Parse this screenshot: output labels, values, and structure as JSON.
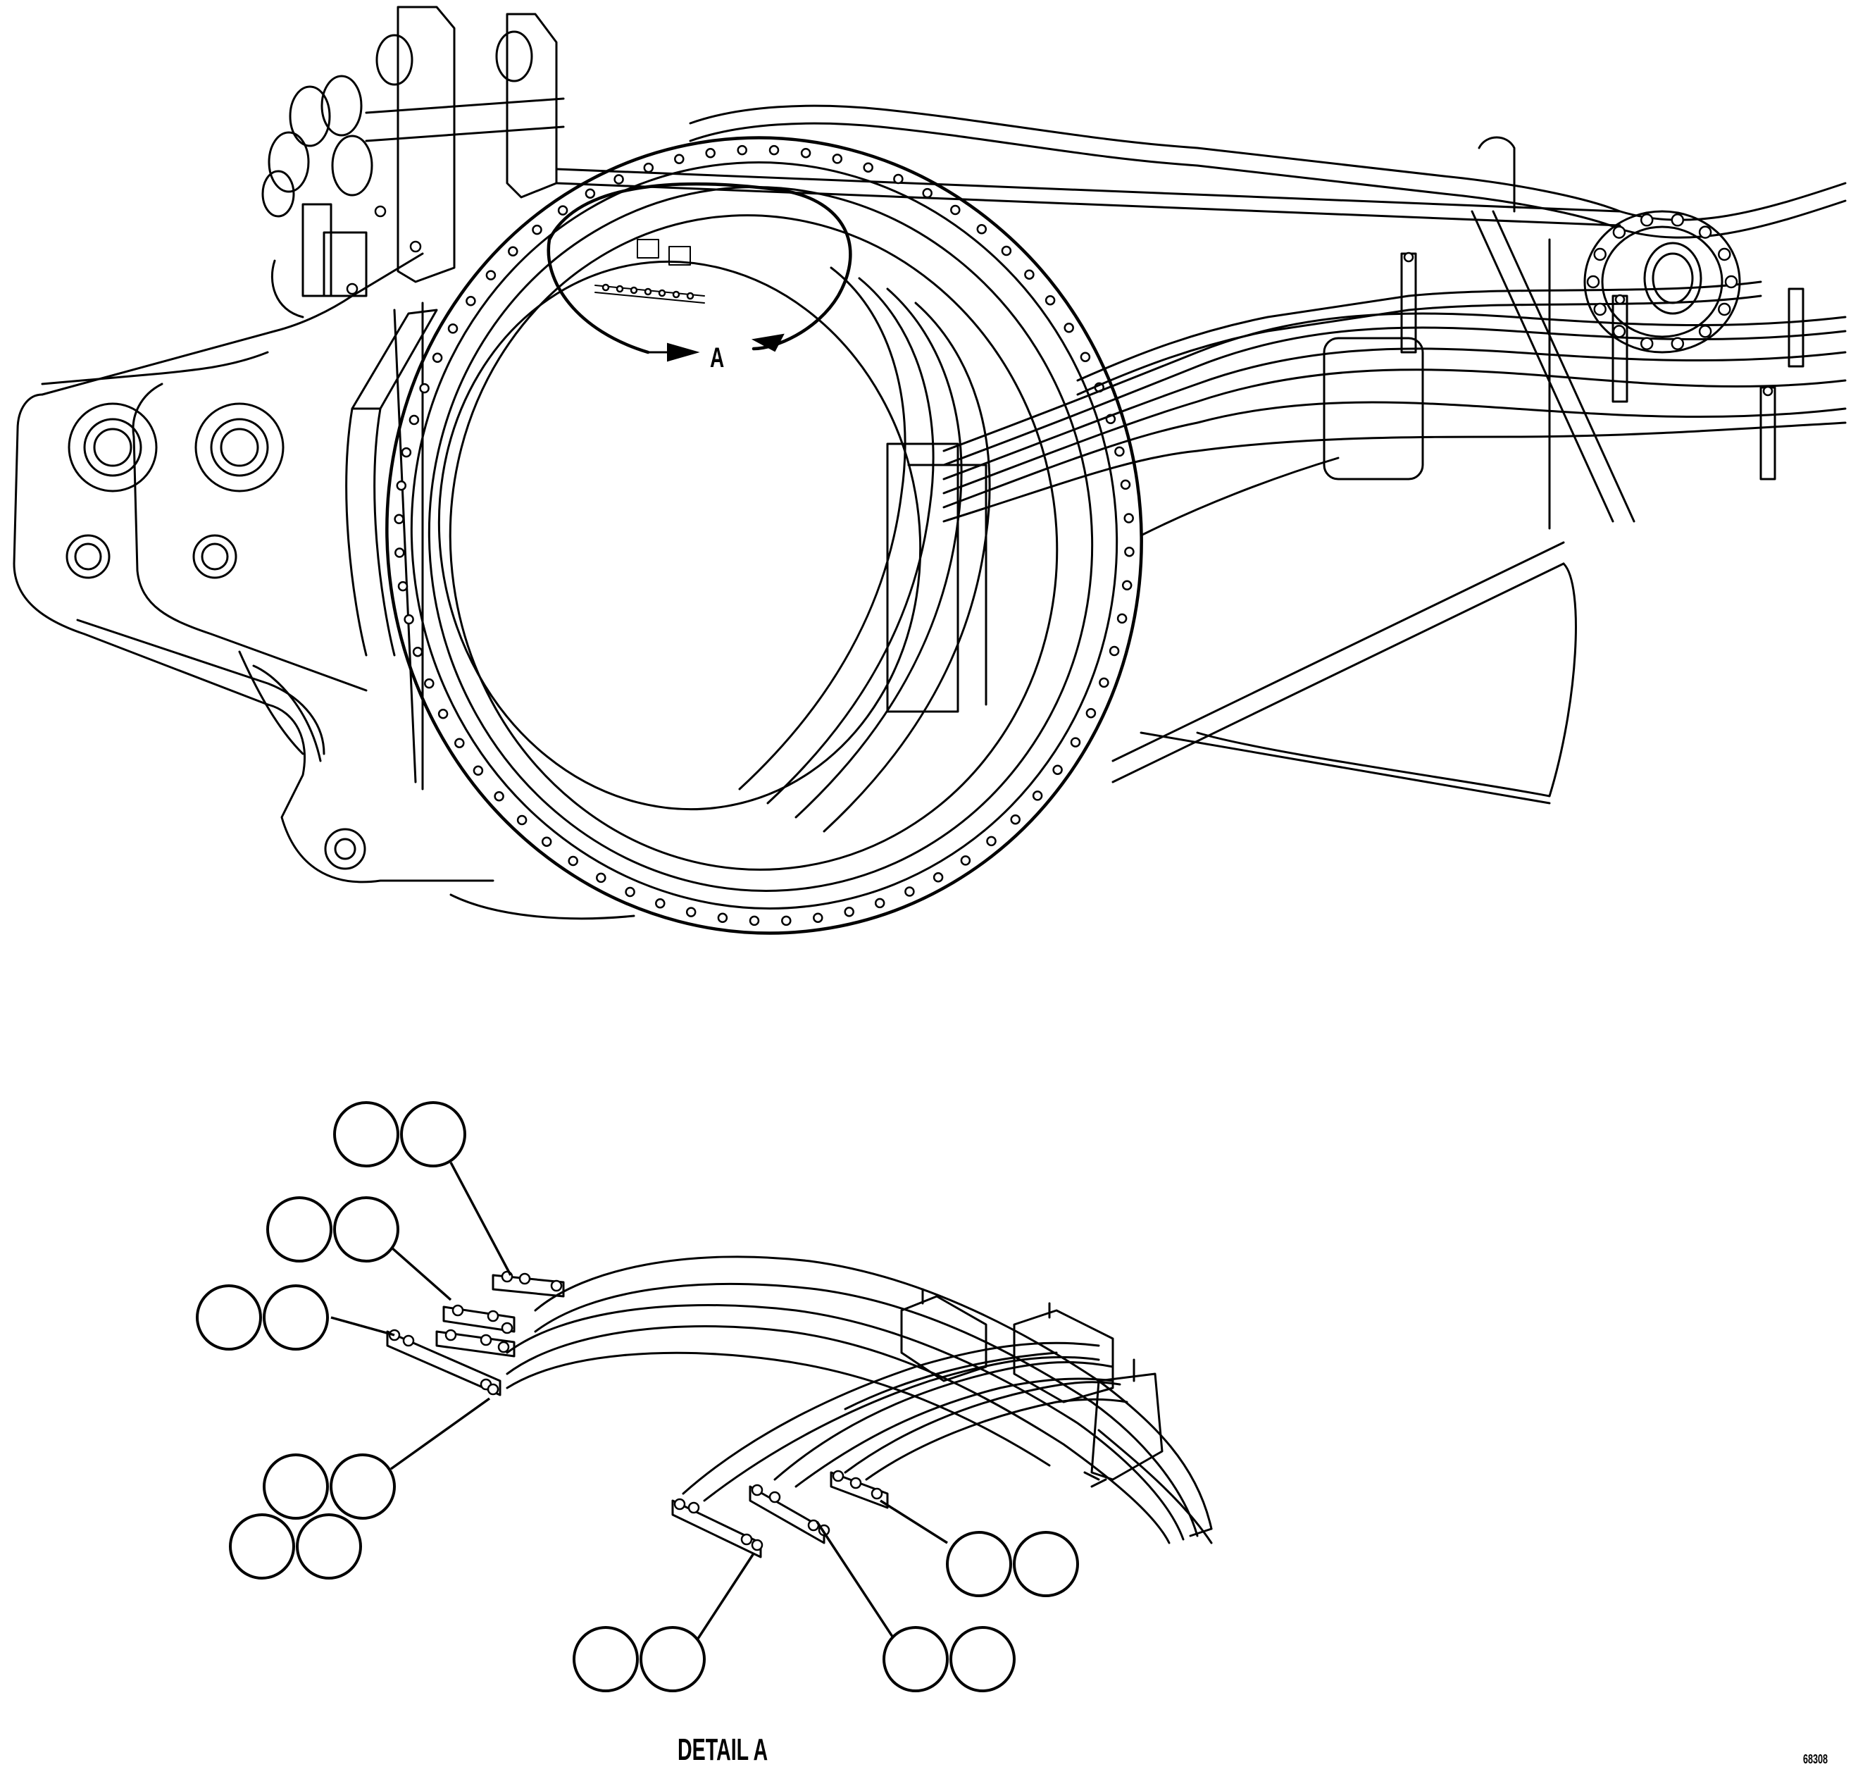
{
  "drawing": {
    "view_label": "A",
    "detail_caption": "DETAIL A",
    "drawing_number": "68308"
  },
  "balloons": [
    {
      "name": "balloon-1",
      "text": ""
    },
    {
      "name": "balloon-2",
      "text": ""
    },
    {
      "name": "balloon-3",
      "text": ""
    },
    {
      "name": "balloon-4",
      "text": ""
    },
    {
      "name": "balloon-5",
      "text": ""
    },
    {
      "name": "balloon-6",
      "text": ""
    },
    {
      "name": "balloon-7",
      "text": ""
    },
    {
      "name": "balloon-8",
      "text": ""
    },
    {
      "name": "balloon-9",
      "text": ""
    },
    {
      "name": "balloon-10",
      "text": ""
    },
    {
      "name": "balloon-11",
      "text": ""
    },
    {
      "name": "balloon-12",
      "text": ""
    },
    {
      "name": "balloon-13",
      "text": ""
    },
    {
      "name": "balloon-14",
      "text": ""
    },
    {
      "name": "balloon-15",
      "text": ""
    },
    {
      "name": "balloon-16",
      "text": ""
    }
  ]
}
